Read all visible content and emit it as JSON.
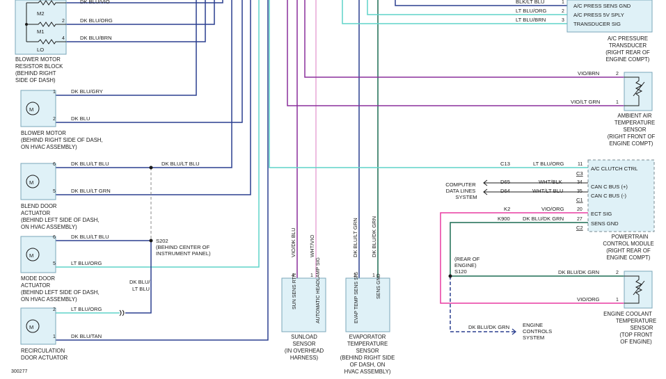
{
  "colors": {
    "dk_blu": "#2a3f8f",
    "dk_grn": "#1b6b52",
    "lt_blu": "#5fd3c8",
    "vio": "#8a2f9c",
    "pink": "#e83aa0",
    "box_fill": "#dff1f7",
    "box_stroke": "#7aa6b8"
  },
  "resistor_block": {
    "wires": [
      {
        "pin": "",
        "color": "DK BLU/VIO"
      },
      {
        "pin": "2",
        "color": "DK BLU/ORG"
      },
      {
        "pin": "4",
        "color": "DK BLU/BRN"
      }
    ],
    "labels": [
      "M2",
      "M1",
      "LO"
    ],
    "title": [
      "BLOWER MOTOR",
      "RESISTOR BLOCK",
      "(BEHIND RIGHT",
      "SIDE OF DASH)"
    ]
  },
  "blower_motor": {
    "wires": [
      {
        "pin": "1",
        "color": "DK BLU/GRY"
      },
      {
        "pin": "2",
        "color": "DK BLU"
      }
    ],
    "title": [
      "BLOWER MOTOR",
      "(BEHIND RIGHT SIDE OF DASH,",
      "ON HVAC ASSEMBLY)"
    ]
  },
  "blend_door": {
    "wires": [
      {
        "pin": "6",
        "color": "DK BLU/LT BLU"
      },
      {
        "pin": "5",
        "color": "DK BLU/LT GRN"
      }
    ],
    "splice_wire": "DK BLU/LT BLU",
    "title": [
      "BLEND DOOR",
      "ACTUATOR",
      "(BEHIND LEFT SIDE OF DASH,",
      "ON HVAC ASSEMBLY)"
    ]
  },
  "mode_door": {
    "wires": [
      {
        "pin": "6",
        "color": "DK BLU/LT BLU"
      },
      {
        "pin": "5",
        "color": "LT BLU/ORG"
      }
    ],
    "splice": "S202",
    "splice_note": "(BEHIND CENTER OF",
    "splice_note2": "INSTRUMENT PANEL)",
    "vertical_label": [
      "DK BLU/",
      "LT BLU"
    ],
    "title": [
      "MODE DOOR",
      "ACTUATOR",
      "(BEHIND LEFT SIDE OF DASH,",
      "ON HVAC ASSEMBLY)"
    ]
  },
  "recirc_door": {
    "wires": [
      {
        "pin": "2",
        "color": "LT BLU/ORG"
      },
      {
        "pin": "1",
        "color": "DK BLU/TAN"
      }
    ],
    "title": [
      "RECIRCULATION",
      "DOOR ACTUATOR"
    ]
  },
  "sunload": {
    "wires": [
      {
        "pin": "4",
        "color": "VIO/DK BLU"
      },
      {
        "pin": "1",
        "color": "WHT/VIO"
      }
    ],
    "pins": [
      "SUN SENS RTN",
      "AUTOMATIC HEADLAMP SIG"
    ],
    "title": [
      "SUNLOAD",
      "SENSOR",
      "(IN OVERHEAD",
      "HARNESS)"
    ]
  },
  "evap_sensor": {
    "wires": [
      {
        "pin": "2",
        "color": "DK BLU/LT GRN"
      },
      {
        "pin": "1",
        "color": "DK BLU/DK GRN"
      }
    ],
    "pins": [
      "EVAP TEMP SENS SIG",
      "SENS GND"
    ],
    "title": [
      "EVAPORATOR",
      "TEMPERATURE",
      "SENSOR",
      "(BEHIND RIGHT SIDE",
      "OF DASH, ON",
      "HVAC ASSEMBLY)"
    ]
  },
  "ac_pressure": {
    "wires": [
      {
        "pin": "1",
        "color": "BLK/LT BLU",
        "label": "A/C PRESS SENS GND"
      },
      {
        "pin": "2",
        "color": "LT BLU/ORG",
        "label": "A/C PRESS 5V SPLY"
      },
      {
        "pin": "3",
        "color": "LT BLU/BRN",
        "label": "TRANSDUCER SIG"
      }
    ],
    "title": [
      "A/C PRESSURE",
      "TRANSDUCER",
      "(RIGHT REAR OF",
      "ENGINE COMPT)"
    ]
  },
  "ambient": {
    "wires": [
      {
        "pin": "2",
        "color": "VIO/BRN"
      },
      {
        "pin": "1",
        "color": "VIO/LT GRN"
      }
    ],
    "title": [
      "AMBIENT AIR",
      "TEMPERATURE",
      "SENSOR",
      "(RIGHT FRONT OF",
      "ENGINE COMPT)"
    ]
  },
  "pcm": {
    "rows": [
      {
        "circuit": "C13",
        "color": "LT BLU/ORG",
        "pin": "11",
        "label": "A/C CLUTCH CTRL"
      },
      {
        "circuit": "D65",
        "color": "WHT/BLK",
        "pin": "34",
        "label": "CAN C BUS (+)"
      },
      {
        "circuit": "D64",
        "color": "WHT/LT BLU",
        "pin": "35",
        "label": "CAN C BUS (-)"
      },
      {
        "circuit": "K2",
        "color": "VIO/ORG",
        "pin": "20",
        "label": "ECT SIG"
      },
      {
        "circuit": "K900",
        "color": "DK BLU/DK GRN",
        "pin": "27",
        "label": "SENS GND"
      }
    ],
    "connectors": [
      "C3",
      "C1",
      "C2"
    ],
    "data_lines": [
      "COMPUTER",
      "DATA LINES",
      "SYSTEM"
    ],
    "title": [
      "POWERTRAIN",
      "CONTROL MODULE",
      "(RIGHT REAR OF",
      "ENGINE COMPT)"
    ]
  },
  "coolant": {
    "splice": "S120",
    "splice_note": [
      "(REAR OF",
      "ENGINE)"
    ],
    "wires": [
      {
        "pin": "2",
        "color": "DK BLU/DK GRN"
      },
      {
        "pin": "1",
        "color": "VIO/ORG"
      }
    ],
    "engine_controls_wire": "DK BLU/DK GRN",
    "engine_controls": [
      "ENGINE",
      "CONTROLS",
      "SYSTEM"
    ],
    "title": [
      "ENGINE COOLANT",
      "TEMPERATURE",
      "SENSOR",
      "(TOP FRONT",
      "OF ENGINE)"
    ]
  },
  "figure_id": "300277"
}
